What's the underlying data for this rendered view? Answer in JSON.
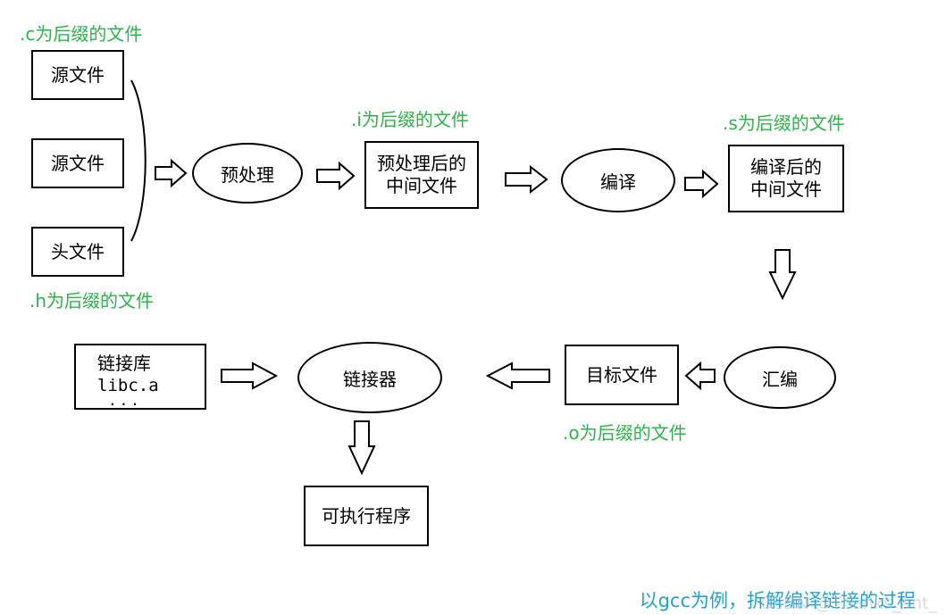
{
  "annotations": {
    "c": ".c为后缀的文件",
    "h": ".h为后缀的文件",
    "i": ".i为后缀的文件",
    "s": ".s为后缀的文件",
    "o": ".o为后缀的文件"
  },
  "nodes": {
    "source1": "源文件",
    "source2": "源文件",
    "header": "头文件",
    "preprocess": "预处理",
    "pre_out_line1": "预处理后的",
    "pre_out_line2": "中间文件",
    "compile": "编译",
    "comp_out_line1": "编译后的",
    "comp_out_line2": "中间文件",
    "assemble": "汇编",
    "object": "目标文件",
    "linker": "链接器",
    "library_line1": "链接库",
    "library_line2": "libc.a",
    "library_line3": "...",
    "executable": "可执行程序"
  },
  "caption": "以gcc为例，拆解编译链接的过程",
  "watermark": "CSDN @Thanks_ant_",
  "colors": {
    "annotation": "#2db34a",
    "caption": "#1fa3d6",
    "stroke": "#000000"
  }
}
